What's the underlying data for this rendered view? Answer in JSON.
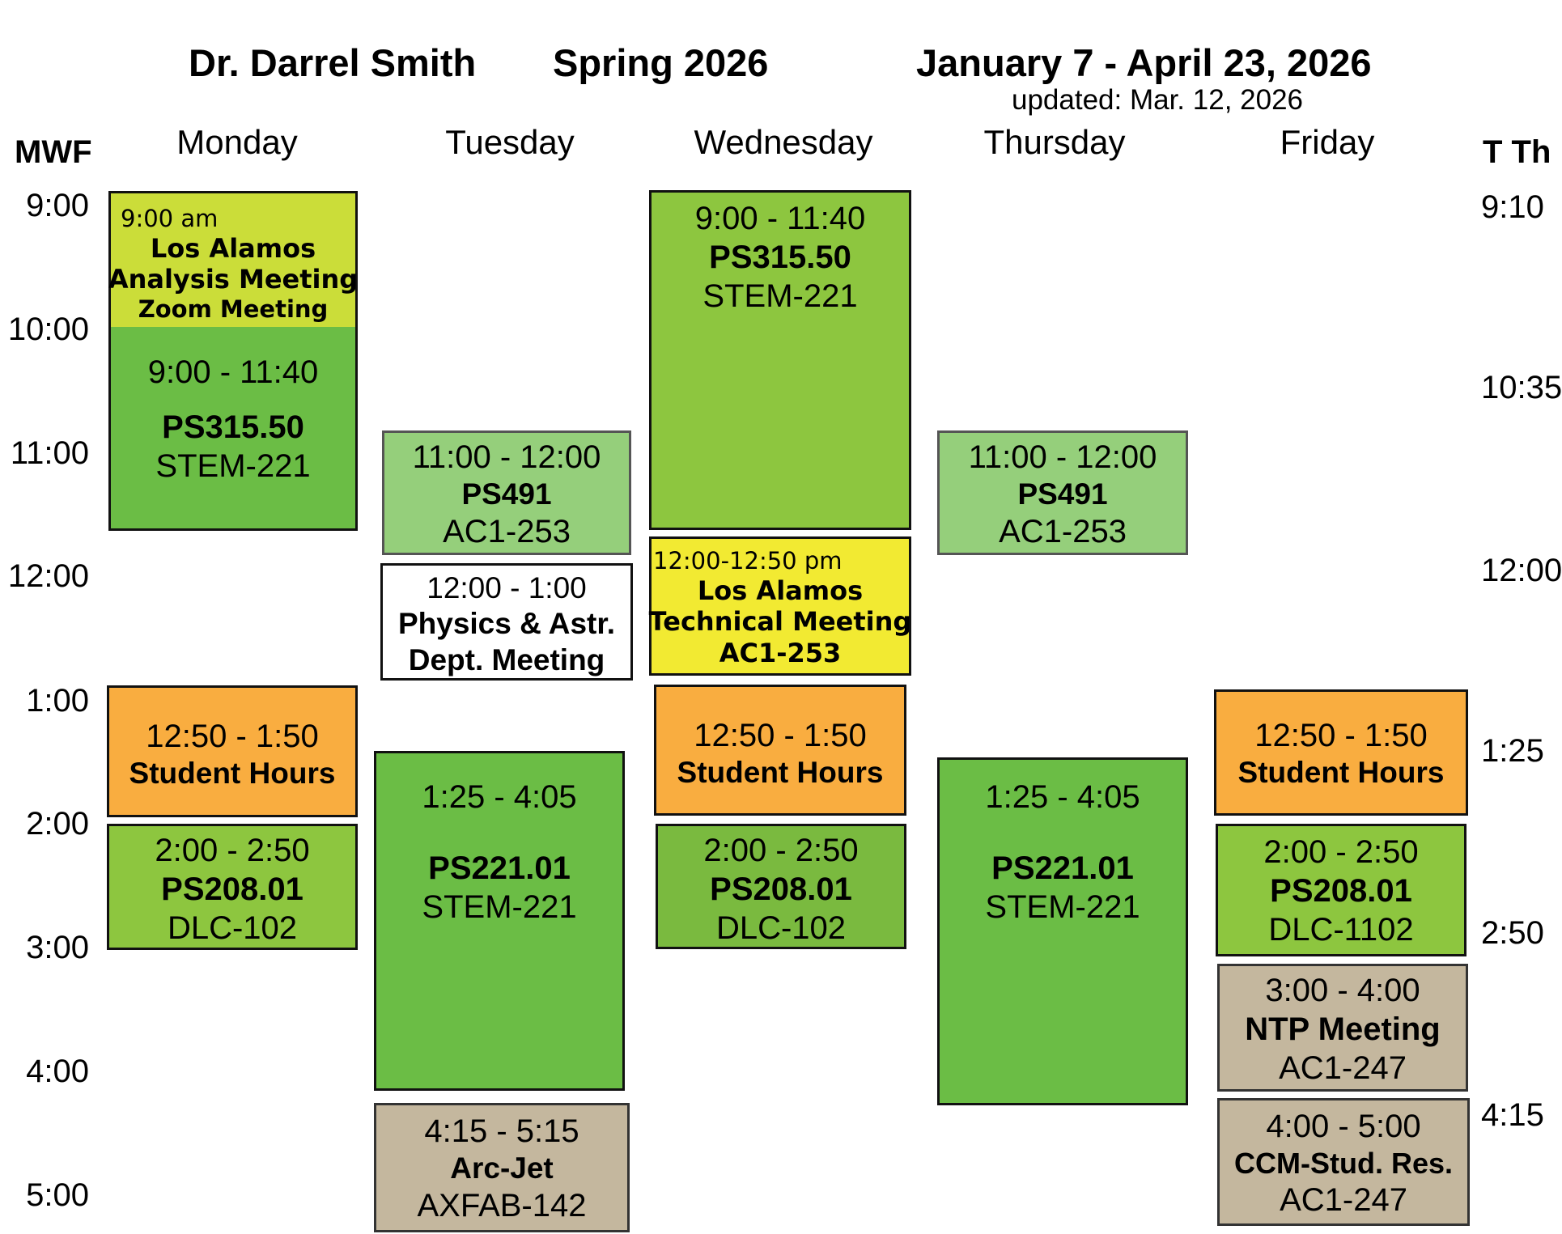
{
  "header": {
    "name": "Dr. Darrel Smith",
    "term": "Spring 2026",
    "dates": "January 7 - April 23, 2026",
    "updated": "updated:  Mar. 12, 2026"
  },
  "columns": {
    "left_label": "MWF",
    "right_label": "T Th",
    "days": [
      "Monday",
      "Tuesday",
      "Wednesday",
      "Thursday",
      "Friday"
    ]
  },
  "times_mwf": [
    "9:00",
    "10:00",
    "11:00",
    "12:00",
    "1:00",
    "2:00",
    "3:00",
    "4:00",
    "5:00"
  ],
  "times_tth": [
    "9:10",
    "10:35",
    "12:00",
    "1:25",
    "2:50",
    "4:15"
  ],
  "events": {
    "mon_la": {
      "time": "9:00 am",
      "title": "Los Alamos",
      "title2": "Analysis Meeting",
      "place": "Zoom Meeting"
    },
    "mon_ps315": {
      "time": "9:00 - 11:40",
      "title": "PS315.50",
      "place": "STEM-221"
    },
    "mon_sh": {
      "time": "12:50 - 1:50",
      "title": "Student Hours"
    },
    "mon_ps208": {
      "time": "2:00 - 2:50",
      "title": "PS208.01",
      "place": "DLC-102"
    },
    "tue_ps491": {
      "time": "11:00 - 12:00",
      "title": "PS491",
      "place": "AC1-253"
    },
    "tue_dept": {
      "time": "12:00 - 1:00",
      "title": "Physics & Astr.",
      "place": "Dept. Meeting"
    },
    "tue_ps221": {
      "time": "1:25 - 4:05",
      "title": "PS221.01",
      "place": "STEM-221"
    },
    "tue_arc": {
      "time": "4:15 - 5:15",
      "title": "Arc-Jet",
      "place": "AXFAB-142"
    },
    "wed_ps315": {
      "time": "9:00 - 11:40",
      "title": "PS315.50",
      "place": "STEM-221"
    },
    "wed_la": {
      "time": "12:00-12:50 pm",
      "title": "Los Alamos",
      "title2": "Technical Meeting",
      "place": "AC1-253"
    },
    "wed_sh": {
      "time": "12:50 - 1:50",
      "title": "Student Hours"
    },
    "wed_ps208": {
      "time": "2:00 - 2:50",
      "title": "PS208.01",
      "place": "DLC-102"
    },
    "thu_ps491": {
      "time": "11:00 - 12:00",
      "title": "PS491",
      "place": "AC1-253"
    },
    "thu_ps221": {
      "time": "1:25 - 4:05",
      "title": "PS221.01",
      "place": "STEM-221"
    },
    "fri_sh": {
      "time": "12:50 - 1:50",
      "title": "Student Hours"
    },
    "fri_ps208": {
      "time": "2:00 - 2:50",
      "title": "PS208.01",
      "place": "DLC-1102"
    },
    "fri_ntp": {
      "time": "3:00 - 4:00",
      "title": "NTP Meeting",
      "place": "AC1-247"
    },
    "fri_ccm": {
      "time": "4:00 - 5:00",
      "title": "CCM-Stud. Res.",
      "place": "AC1-247"
    }
  },
  "colors": {
    "lime": "#cbdd39",
    "green": "#6bbd45",
    "light_green": "#95cf7b",
    "orange": "#f9ad40",
    "yellow": "#f2ea32",
    "tan": "#c4b79e"
  }
}
